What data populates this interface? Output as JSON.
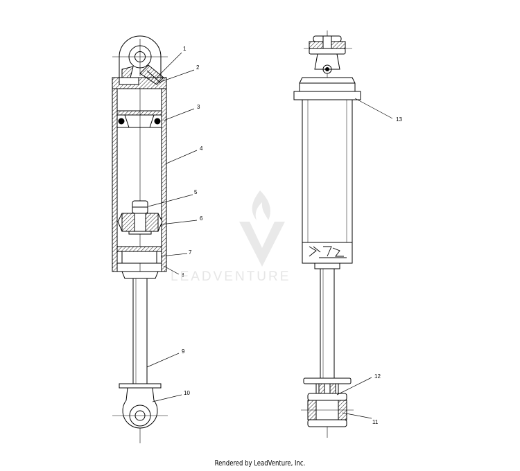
{
  "callouts": {
    "c1": "1",
    "c2": "2",
    "c3": "3",
    "c4": "4",
    "c5": "5",
    "c6": "6",
    "c7": "7",
    "c8": "8",
    "c9": "9",
    "c10": "10",
    "c11": "11",
    "c12": "12",
    "c13": "13"
  },
  "watermark": {
    "text": "LEADVENTURE"
  },
  "footer": {
    "credit": "Rendered by LeadVenture, Inc."
  },
  "colors": {
    "line": "#000000",
    "watermark": "#e6e6e6",
    "background": "#ffffff"
  }
}
